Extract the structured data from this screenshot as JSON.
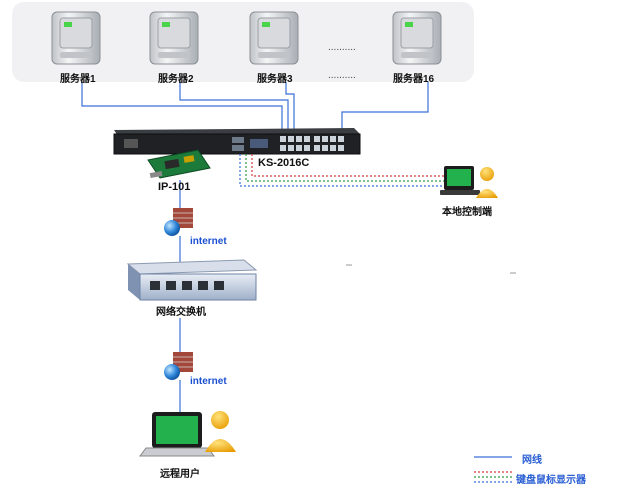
{
  "servers": [
    {
      "label": "服务器1"
    },
    {
      "label": "服务器2"
    },
    {
      "label": "服务器3"
    },
    {
      "label": "服务器16"
    }
  ],
  "ellipsis": "..........",
  "kvm": {
    "label": "KS-2016C"
  },
  "ip_module": {
    "label": "IP-101"
  },
  "local_console": {
    "label": "本地控制端"
  },
  "internet": [
    {
      "label": "internet"
    },
    {
      "label": "internet"
    }
  ],
  "switch": {
    "label": "网络交换机"
  },
  "remote_user": {
    "label": "远程用户"
  },
  "legend": {
    "network_line": "网线",
    "kvm_cable": "键盘鼠标显示器"
  },
  "colors": {
    "network": "#3b6fd6",
    "kvm_red": "#d43a3a",
    "kvm_green": "#2e9a45",
    "kvm_blue": "#3b6fd6"
  }
}
